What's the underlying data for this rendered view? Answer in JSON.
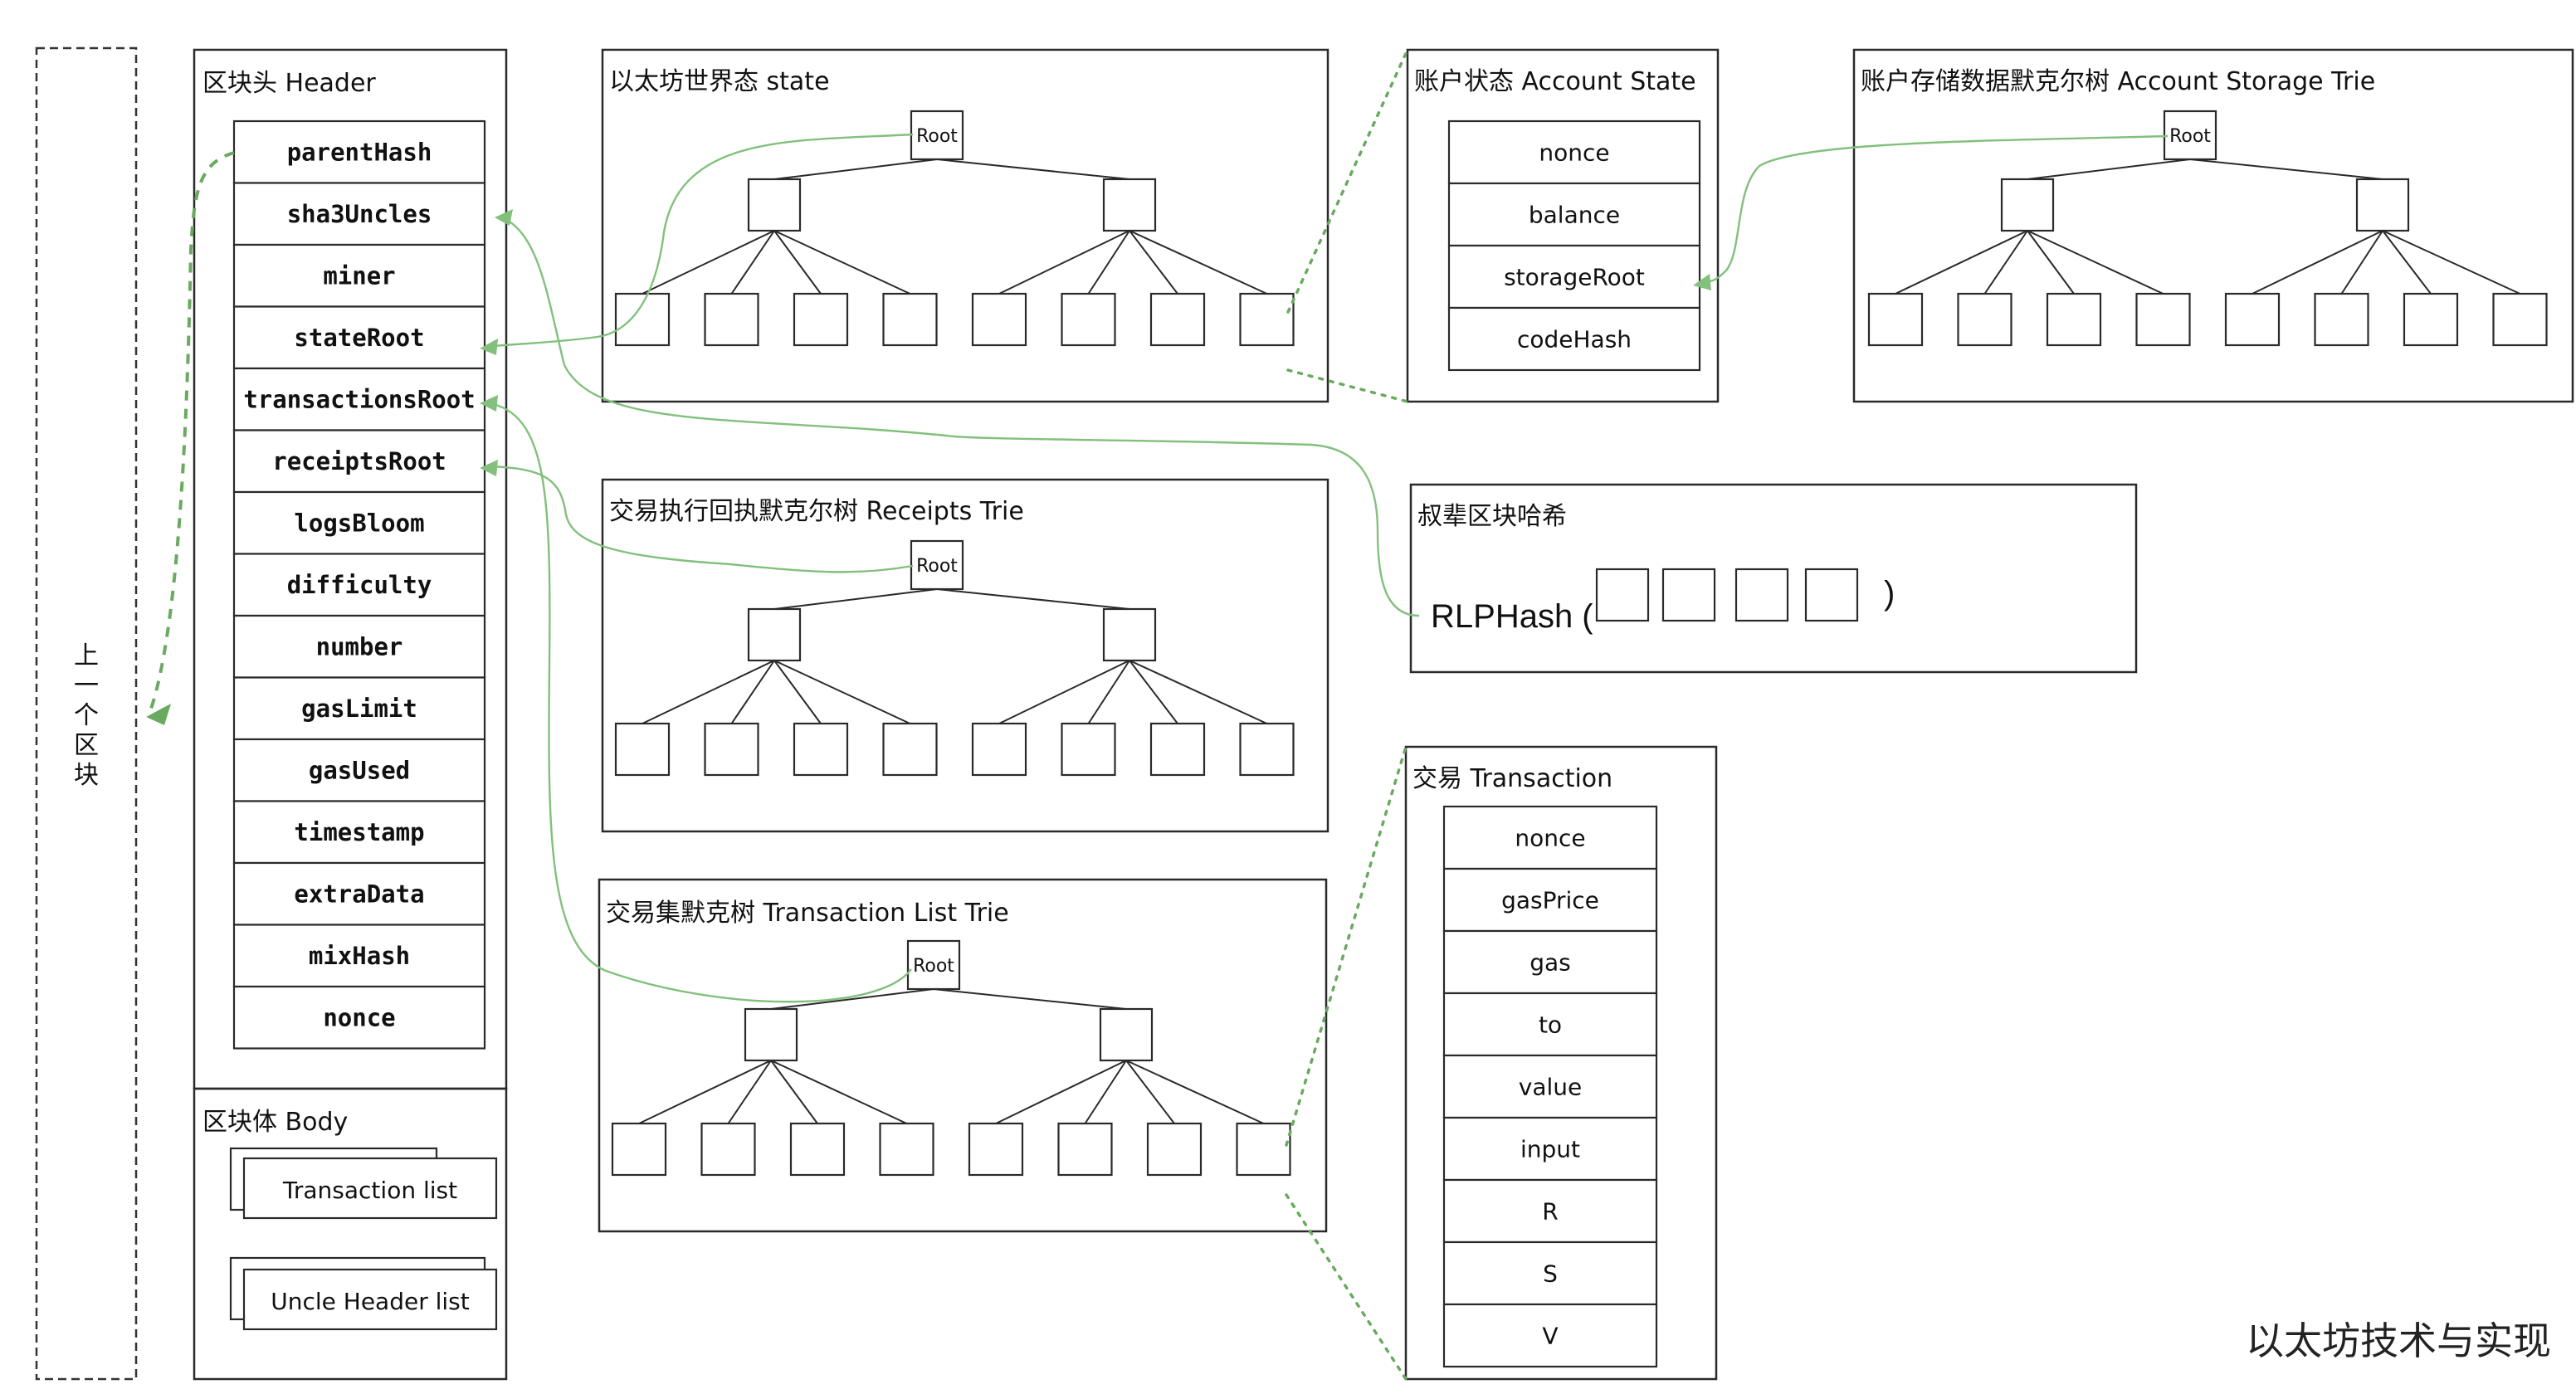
{
  "prev_block": {
    "label": "上一个区块"
  },
  "header": {
    "title": "区块头 Header",
    "fields": [
      "parentHash",
      "sha3Uncles",
      "miner",
      "stateRoot",
      "transactionsRoot",
      "receiptsRoot",
      "logsBloom",
      "difficulty",
      "number",
      "gasLimit",
      "gasUsed",
      "timestamp",
      "extraData",
      "mixHash",
      "nonce"
    ]
  },
  "body": {
    "title": "区块体 Body",
    "items": [
      "Transaction list",
      "Uncle Header list"
    ]
  },
  "state_trie": {
    "title": "以太坊世界态 state",
    "root_label": "Root"
  },
  "receipts_trie": {
    "title": "交易执行回执默克尔树 Receipts Trie",
    "root_label": "Root"
  },
  "tx_trie": {
    "title": "交易集默克树 Transaction List Trie",
    "root_label": "Root"
  },
  "account_state": {
    "title": "账户状态 Account State",
    "fields": [
      "nonce",
      "balance",
      "storageRoot",
      "codeHash"
    ]
  },
  "storage_trie": {
    "title": "账户存储数据默克尔树 Account Storage Trie",
    "root_label": "Root"
  },
  "uncle_hash": {
    "title": "叔辈区块哈希",
    "prefix": "RLPHash (",
    "suffix": ")"
  },
  "transaction": {
    "title": "交易 Transaction",
    "fields": [
      "nonce",
      "gasPrice",
      "gas",
      "to",
      "value",
      "input",
      "R",
      "S",
      "V"
    ]
  },
  "watermark": "以太坊技术与实现"
}
